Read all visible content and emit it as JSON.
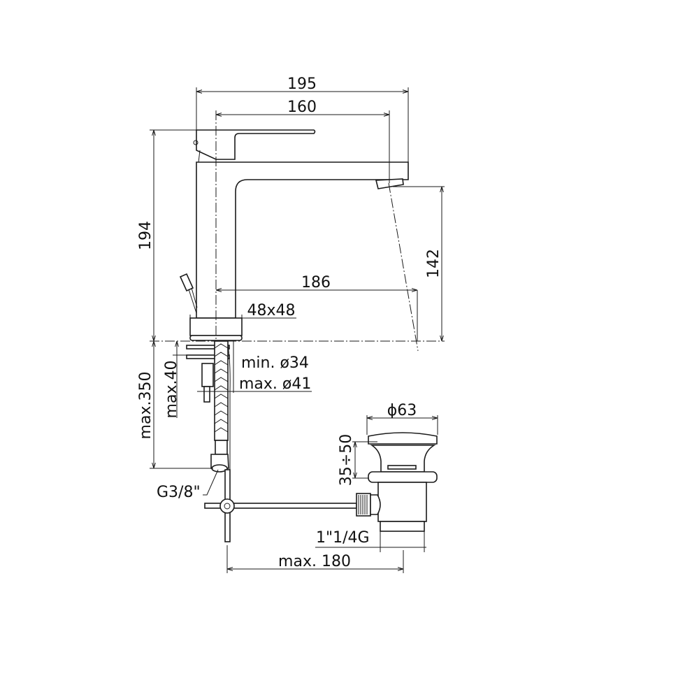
{
  "drawing": {
    "title": "Basin mixer with pop-up waste - dimension drawing",
    "line_color": "#1a1a1a",
    "dimensions": {
      "overall_length": "195",
      "spout_reach": "160",
      "overall_height": "194",
      "spout_height": "142",
      "water_jet_reach": "186",
      "base_size": "48x48",
      "hole_min": "min. ø34",
      "hole_max": "max. ø41",
      "max_deck_thickness": "max.40",
      "max_hose_length": "max.350",
      "hose_connection": "G3/8\"",
      "waste_diameter": "ϕ63",
      "waste_height": "35÷50",
      "waste_thread": "1\"1/4G",
      "max_rod_length": "max. 180"
    }
  }
}
